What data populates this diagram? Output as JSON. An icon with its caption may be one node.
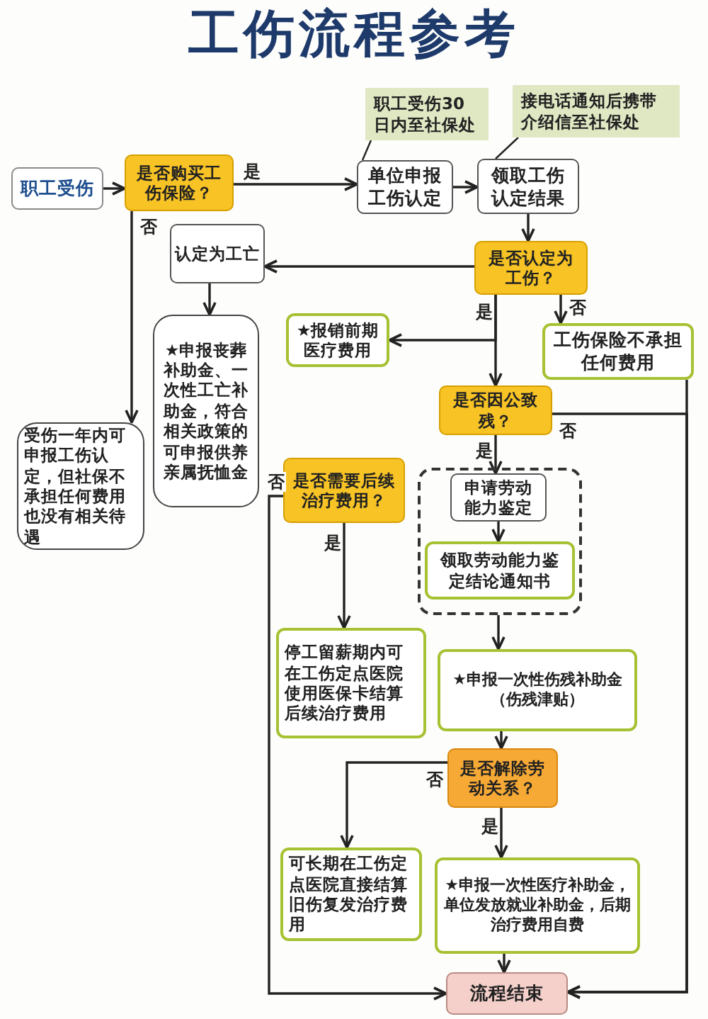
{
  "diagram": {
    "title": "工伤流程参考",
    "nodes": [
      {
        "text": [
          "职工受伤30日内至社保处"
        ]
      },
      {
        "text": [
          "接电话通知后携带介绍信至社保处"
        ]
      },
      {
        "text": [
          "职工受伤"
        ]
      },
      {
        "text": [
          "是否购买工伤保险？"
        ]
      },
      {
        "text": [
          "单位申报工伤认定"
        ]
      },
      {
        "text": [
          "领取工伤认定结果"
        ]
      },
      {
        "text": [
          "认定为工亡"
        ]
      },
      {
        "text": [
          "是否认定为工伤？"
        ]
      },
      {
        "text": [
          "★申报丧葬补助金、一次性工亡补助金，符合相关政策的可申报供养亲属抚恤金"
        ]
      },
      {
        "text": [
          "★报销前期医疗费用"
        ]
      },
      {
        "text": [
          "工伤保险不承担任何费用"
        ]
      },
      {
        "text": [
          "是否因公致残？"
        ]
      },
      {
        "text": [
          "受伤一年内可申报工伤认定，但社保不承担任何费用也没有相关待遇"
        ]
      },
      {
        "text": [
          "是否需要后续治疗费用？"
        ]
      },
      {
        "text": [],
        "shape": "box"
      },
      {
        "text": [
          "申请劳动能力鉴定"
        ],
        "in": 14
      },
      {
        "text": [
          "领取劳动能力鉴定结论通知书"
        ],
        "in": 14
      },
      {
        "text": [
          "停工留薪期内可在工伤定点医院使用医保卡结算后续治疗费用"
        ]
      },
      {
        "text": [
          "★申报一次性伤残补助金（伤残津贴）"
        ]
      },
      {
        "text": [
          "是否解除劳动关系？"
        ]
      },
      {
        "text": [
          "可长期在工伤定点医院直接结算旧伤复发治疗费用"
        ]
      },
      {
        "text": [
          "★申报一次性医疗补助金，单位发放就业补助金，后期治疗费用自费"
        ]
      },
      {
        "text": [
          "流程结束"
        ]
      }
    ],
    "edges": [
      {
        "from": 2,
        "to": 3,
        "arrow": "to"
      },
      {
        "from": 3,
        "to": 4,
        "arrow": "to",
        "label": "是"
      },
      {
        "from": 3,
        "to": 12,
        "arrow": "to",
        "label": "否"
      },
      {
        "from": 4,
        "to": 5,
        "arrow": "to"
      },
      {
        "from": 0,
        "to": 4,
        "arrow": "none"
      },
      {
        "from": 1,
        "to": 5,
        "arrow": "none"
      },
      {
        "from": 5,
        "to": 7,
        "arrow": "to"
      },
      {
        "from": 7,
        "to": 6,
        "arrow": "to"
      },
      {
        "from": 6,
        "to": 8,
        "arrow": "to"
      },
      {
        "from": 7,
        "to": 9,
        "arrow": "to"
      },
      {
        "from": 7,
        "to": 11,
        "arrow": "to",
        "label": "是"
      },
      {
        "from": 7,
        "to": 10,
        "arrow": "to",
        "label": "否"
      },
      {
        "from": 11,
        "to": 15,
        "arrow": "to",
        "label": "是"
      },
      {
        "from": 11,
        "to": 22,
        "arrow": "to",
        "label": "否"
      },
      {
        "from": 10,
        "to": 22,
        "arrow": "to"
      },
      {
        "from": 15,
        "to": 16,
        "arrow": "to"
      },
      {
        "from": 14,
        "to": 18,
        "arrow": "to"
      },
      {
        "from": 18,
        "to": 19,
        "arrow": "to"
      },
      {
        "from": 19,
        "to": 20,
        "arrow": "to",
        "label": "否"
      },
      {
        "from": 19,
        "to": 21,
        "arrow": "to",
        "label": "是"
      },
      {
        "from": 21,
        "to": 22,
        "arrow": "to"
      },
      {
        "from": 13,
        "to": 17,
        "arrow": "to",
        "label": "是"
      },
      {
        "from": 13,
        "to": 22,
        "arrow": "to",
        "label": "否"
      }
    ]
  }
}
